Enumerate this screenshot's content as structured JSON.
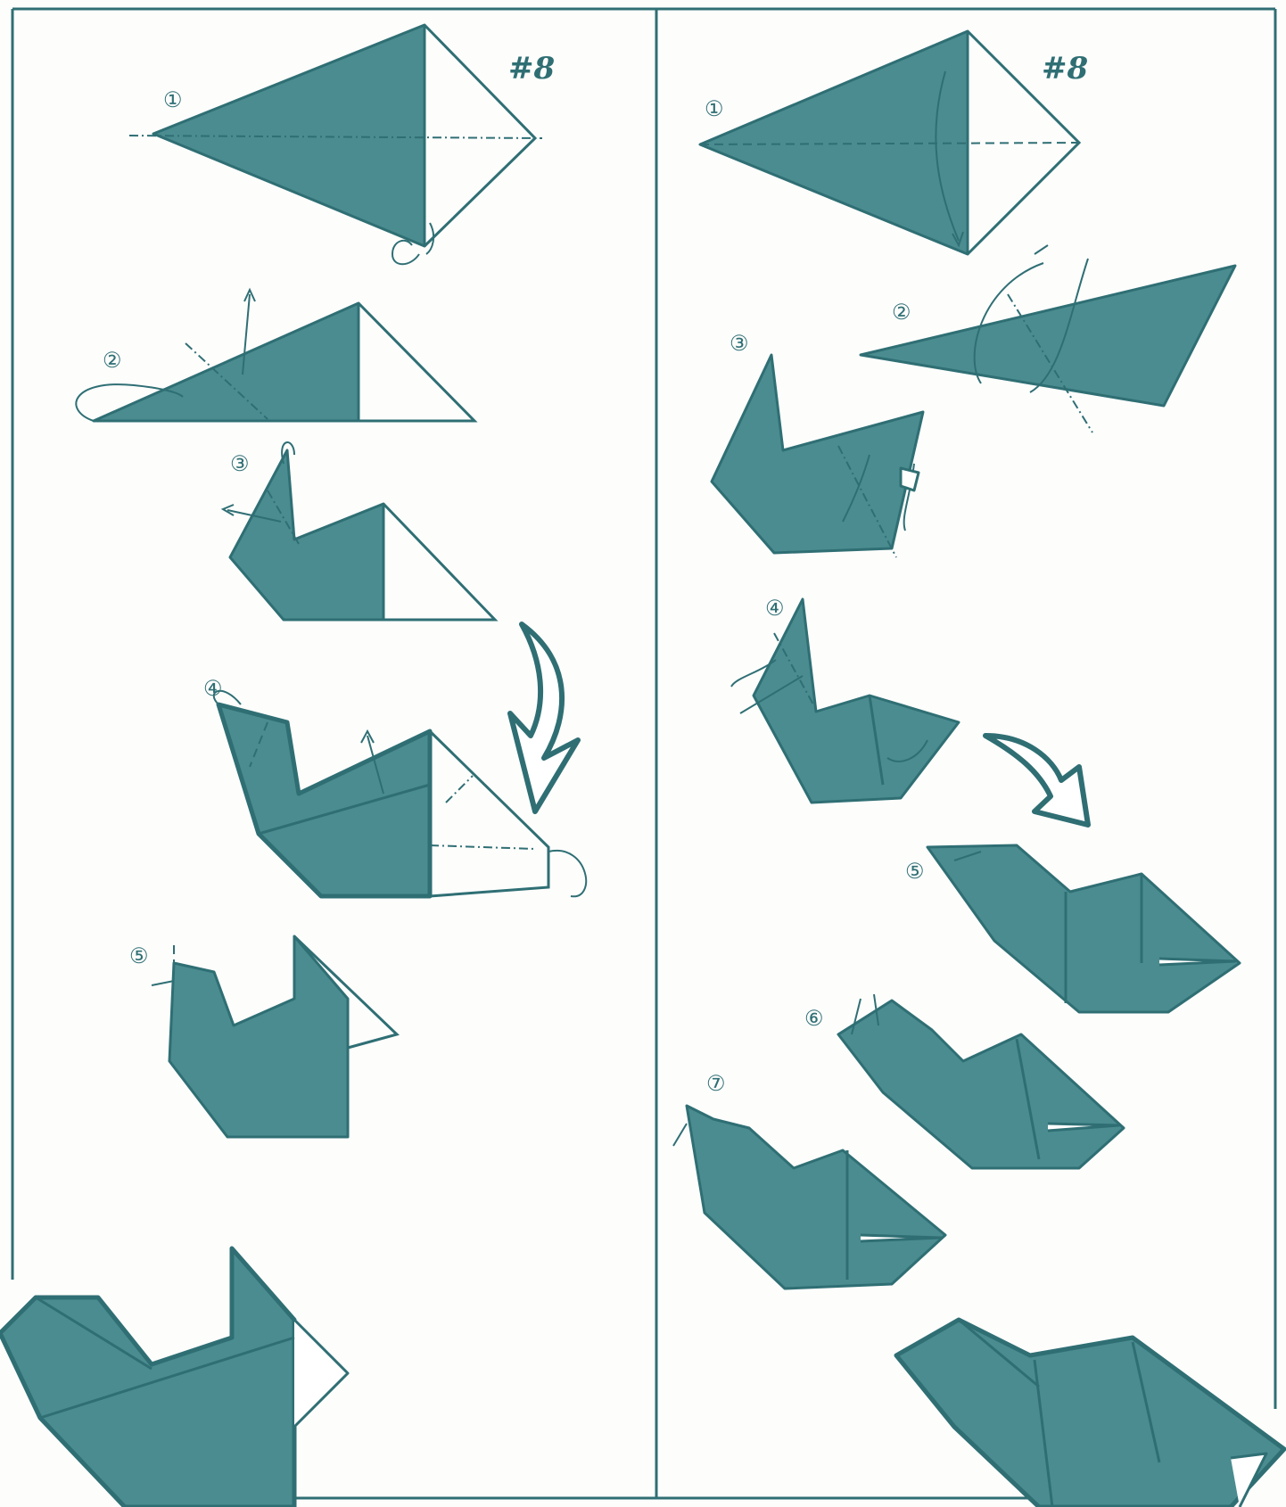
{
  "left_panel": {
    "page_number": "#8",
    "steps": [
      "①",
      "②",
      "③",
      "④",
      "⑤"
    ]
  },
  "right_panel": {
    "page_number": "#8",
    "steps": [
      "①",
      "②",
      "③",
      "④",
      "⑤",
      "⑥",
      "⑦"
    ]
  },
  "colors": {
    "paper": "#4a8c90",
    "ink": "#2f6f74",
    "background": "#fdfdfc"
  }
}
